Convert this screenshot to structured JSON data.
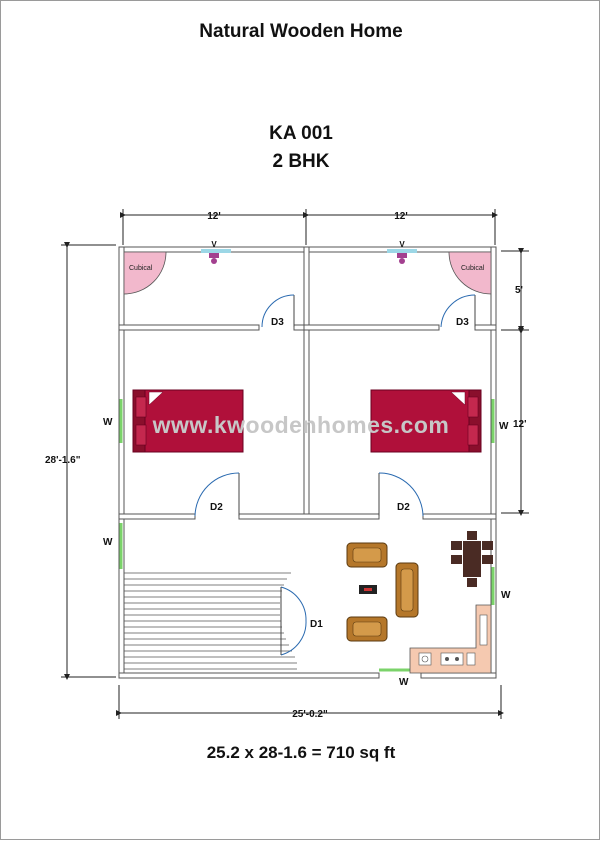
{
  "header": {
    "title": "Natural Wooden Home",
    "model_code": "KA 001",
    "type": "2 BHK"
  },
  "dimensions": {
    "top_left_width": "12'",
    "top_right_width": "12'",
    "left_height": "28'-1.6\"",
    "right_upper_height": "5'",
    "right_lower_height": "12'",
    "bottom_width": "25'-0.2\""
  },
  "rooms": {
    "cubical_left": "Cubical",
    "cubical_right": "Cubical",
    "vent_left": "V",
    "vent_right": "V"
  },
  "doors": {
    "d3_left": "D3",
    "d3_right": "D3",
    "d2_left": "D2",
    "d2_right": "D2",
    "d1": "D1"
  },
  "windows": {
    "w_bed_left": "W",
    "w_bed_right": "W",
    "w_living_left": "W",
    "w_living_right": "W",
    "w_bottom": "W"
  },
  "watermark": "www.kwoodenhomes.com",
  "footer": {
    "area": "25.2 x 28-1.6 = 710 sq ft"
  },
  "colors": {
    "wall": "#555555",
    "bed": "#b0103a",
    "cubical": "#f2b8cc",
    "window": "#7bd36a",
    "sofa": "#b5772a",
    "dining": "#4a2b24",
    "kitchen": "#f5c9b0",
    "vent": "#9cd7e6"
  }
}
